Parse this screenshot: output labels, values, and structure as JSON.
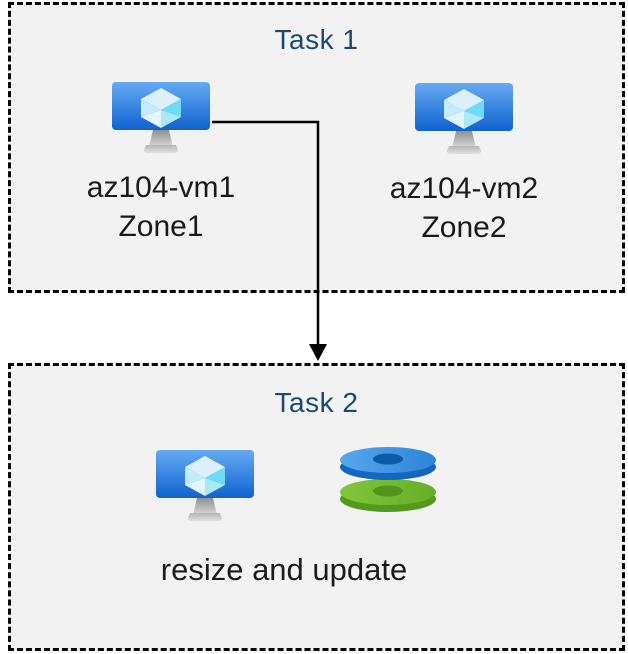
{
  "task1": {
    "title": "Task 1",
    "vms": [
      {
        "name": "az104-vm1",
        "zone": "Zone1"
      },
      {
        "name": "az104-vm2",
        "zone": "Zone2"
      }
    ]
  },
  "task2": {
    "title": "Task 2",
    "caption": "resize and update"
  },
  "icons": {
    "vm": "virtual-machine-icon",
    "disks": "managed-disks-icon",
    "arrow": "connector-arrow"
  },
  "colors": {
    "title_text": "#1a4a73",
    "label_text": "#1a1a1a",
    "box_fill": "#f2f2f2",
    "box_border": "#000000",
    "connector": "#000000",
    "vm_screen_top": "#66aaf2",
    "vm_screen_bottom": "#0f62cf",
    "vm_cube_top": "#dcf0fb",
    "vm_cube_cyan": "#6edbf8",
    "disk_blue_top": "#3f97e4",
    "disk_blue_side": "#1566be",
    "disk_blue_hole": "#0d5ba6",
    "disk_green_top": "#74bb2f",
    "disk_green_side": "#54991d",
    "disk_green_hole": "#55941c"
  }
}
